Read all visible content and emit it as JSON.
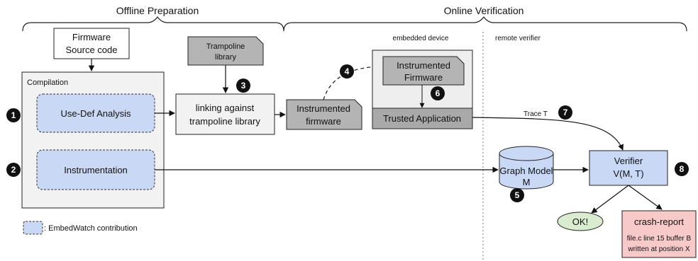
{
  "sections": {
    "offline": "Offline Preparation",
    "online": "Online Verification",
    "embedded_device": "embedded device",
    "remote_verifier": "remote verifier"
  },
  "nodes": {
    "firmware_source": [
      "Firmware",
      "Source code"
    ],
    "compilation": "Compilation",
    "use_def": "Use-Def Analysis",
    "instrumentation": "Instrumentation",
    "trampoline_library": [
      "Trampoline",
      "library"
    ],
    "linking": [
      "linking against",
      "trampoline library"
    ],
    "instrumented_firmware_out": [
      "Instrumented",
      "firmware"
    ],
    "instrumented_firmware_dev": [
      "Instrumented",
      "Firmware"
    ],
    "trusted_app": "Trusted Application",
    "graph_model": [
      "Graph Model",
      "M"
    ],
    "verifier": [
      "Verifier",
      "V(M, T)"
    ],
    "ok": "OK!",
    "crash_report": "crash-report",
    "crash_detail": [
      "file.c line 15 buffer B",
      "written at position X"
    ]
  },
  "edge_labels": {
    "trace": "Trace T"
  },
  "legend": {
    "label": ": EmbedWatch contribution"
  },
  "step_numbers": [
    "1",
    "2",
    "3",
    "4",
    "5",
    "6",
    "7",
    "8"
  ],
  "colors": {
    "contribution_fill": "#c9d9f5",
    "dark_gray": "#b4b4b4",
    "light_gray": "#f0f0f0",
    "ok_fill": "#d9ecd0",
    "crash_fill": "#f7c9c9"
  }
}
